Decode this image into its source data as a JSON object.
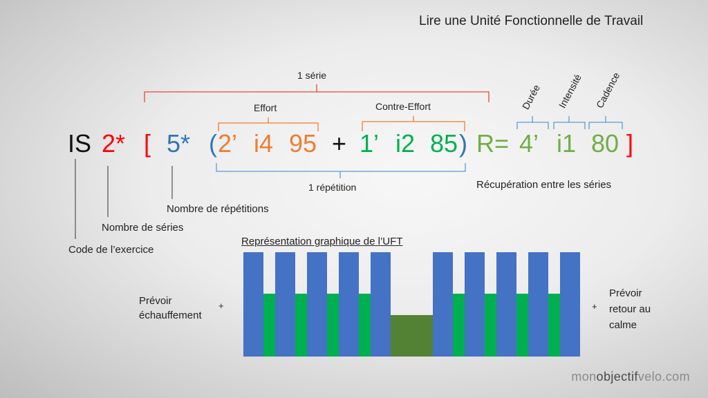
{
  "title": "Lire une Unité Fonctionnelle de Travail",
  "formula": {
    "code": "IS",
    "series": "2*",
    "open_bracket": "[",
    "reps": "5*",
    "open_paren": "(",
    "effort_duration": "2’",
    "effort_intensity": "i4",
    "effort_cadence": "95",
    "plus": "+",
    "counter_duration": "1’",
    "counter_intensity": "i2",
    "counter_cadence": "85",
    "close_paren": ")",
    "recovery_label": "R=",
    "recovery_duration": "4’",
    "recovery_intensity": "i1",
    "recovery_cadence": "80",
    "close_bracket": "]"
  },
  "annotations": {
    "one_series": "1 série",
    "effort": "Effort",
    "counter_effort": "Contre-Effort",
    "one_repetition": "1 répétition",
    "recovery_between": "Récupération entre les séries",
    "duration": "Durée",
    "intensity": "Intensité",
    "cadence": "Cadence",
    "reps_count": "Nombre de répétitions",
    "series_count": "Nombre de séries",
    "exercise_code": "Code de l’exercice"
  },
  "graphic": {
    "title": "Représentation graphique de l’UFT",
    "warmup_line1": "Prévoir",
    "warmup_line2": "échauffement",
    "warmup_plus": "+",
    "cooldown_plus": "+",
    "cooldown_line1": "Prévoir",
    "cooldown_line2": "retour au",
    "cooldown_line3": "calme",
    "bars": [
      {
        "kind": "effort",
        "level": 1.0
      },
      {
        "kind": "counter",
        "level": 0.6
      },
      {
        "kind": "effort",
        "level": 1.0
      },
      {
        "kind": "counter",
        "level": 0.6
      },
      {
        "kind": "effort",
        "level": 1.0
      },
      {
        "kind": "counter",
        "level": 0.6
      },
      {
        "kind": "effort",
        "level": 1.0
      },
      {
        "kind": "counter",
        "level": 0.6
      },
      {
        "kind": "effort",
        "level": 1.0
      },
      {
        "kind": "recovery",
        "level": 0.4
      },
      {
        "kind": "effort",
        "level": 1.0
      },
      {
        "kind": "counter",
        "level": 0.6
      },
      {
        "kind": "effort",
        "level": 1.0
      },
      {
        "kind": "counter",
        "level": 0.6
      },
      {
        "kind": "effort",
        "level": 1.0
      },
      {
        "kind": "counter",
        "level": 0.6
      },
      {
        "kind": "effort",
        "level": 1.0
      },
      {
        "kind": "counter",
        "level": 0.6
      },
      {
        "kind": "effort",
        "level": 1.0
      }
    ]
  },
  "colors": {
    "code": "#111111",
    "series": "#ff0000",
    "bracket": "#ff0000",
    "reps": "#2e75b6",
    "effort": "#ed7d31",
    "counter": "#00b050",
    "recovery": "#70ad47",
    "bar_effort": "#4472c4",
    "bar_counter": "#00b050",
    "bar_recovery": "#548235"
  },
  "watermark": {
    "prefix": "mon",
    "middle": "objectif",
    "suffix": "velo.com"
  }
}
